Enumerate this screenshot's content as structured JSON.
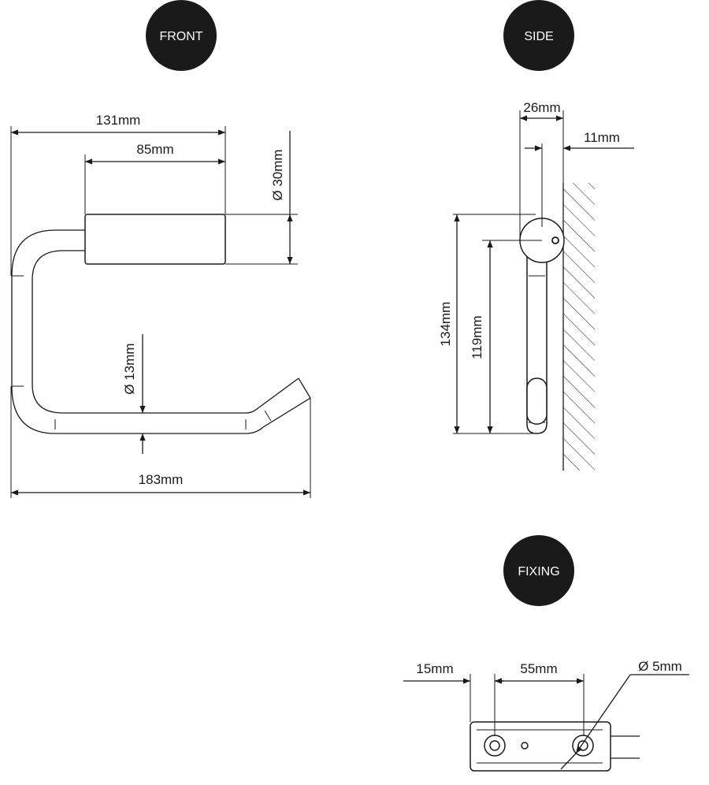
{
  "views": {
    "front": {
      "label": "FRONT"
    },
    "side": {
      "label": "SIDE"
    },
    "fixing": {
      "label": "FIXING"
    }
  },
  "dimensions": {
    "front": {
      "overall_top": "131mm",
      "roller": "85mm",
      "roller_diameter": "Ø  30mm",
      "rod_diameter": "Ø  13mm",
      "overall_width": "183mm"
    },
    "side": {
      "depth": "26mm",
      "offset": "11mm",
      "height_total": "134mm",
      "height_axis": "119mm"
    },
    "fixing": {
      "edge": "15mm",
      "hole_spacing": "55mm",
      "hole_diameter": "Ø  5mm"
    }
  },
  "colors": {
    "badge": "#1a1a1a",
    "line": "#1a1a1a",
    "background": "#ffffff"
  }
}
